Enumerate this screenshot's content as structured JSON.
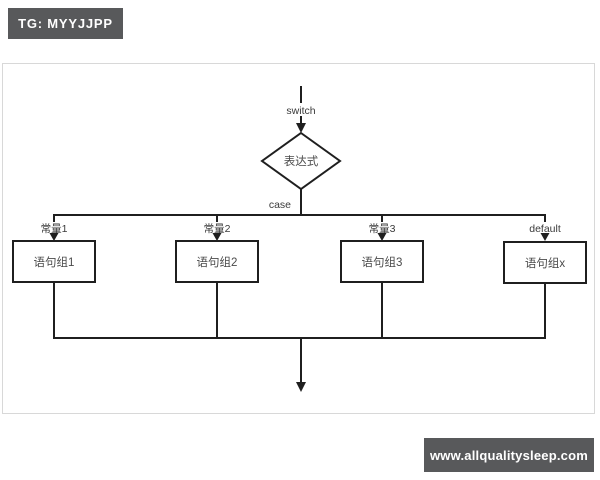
{
  "page": {
    "top_badge": "TG: MYYJJPP",
    "watermark": "www.allqualitysleep.com"
  },
  "colors": {
    "badge_bg": "#58595b",
    "badge_text": "#ffffff",
    "line": "#1f1f1f",
    "panel_border": "#d8d8d8",
    "panel_bg": "#ffffff"
  },
  "flowchart": {
    "entry_label": "switch",
    "decision_text": "表达式",
    "branch_connector_label": "case",
    "branches": [
      {
        "condition": "常量1",
        "action": "语句组1"
      },
      {
        "condition": "常量2",
        "action": "语句组2"
      },
      {
        "condition": "常量3",
        "action": "语句组3"
      },
      {
        "condition": "default",
        "action": "语句组x"
      }
    ]
  }
}
